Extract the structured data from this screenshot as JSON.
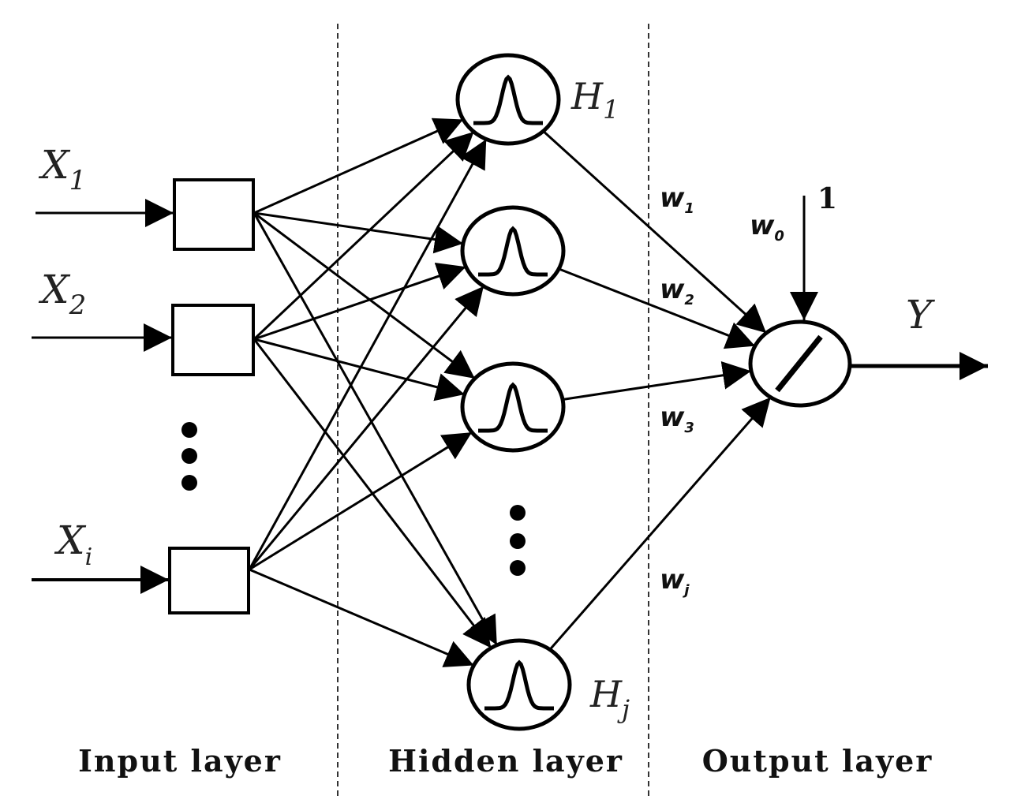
{
  "diagram": {
    "inputs": [
      {
        "label": "X",
        "sub": "1"
      },
      {
        "label": "X",
        "sub": "2"
      },
      {
        "label": "X",
        "sub": "i"
      }
    ],
    "hidden": [
      {
        "label": "H",
        "sub": "1"
      },
      {
        "label": "H",
        "sub": "j"
      }
    ],
    "weights": [
      {
        "label": "w",
        "sub": "1"
      },
      {
        "label": "w",
        "sub": "2"
      },
      {
        "label": "w",
        "sub": "3"
      },
      {
        "label": "w",
        "sub": "j"
      },
      {
        "label": "w",
        "sub": "0"
      }
    ],
    "bias_label": "1",
    "output_label": "Y",
    "layers": {
      "input": "Input layer",
      "hidden": "Hidden layer",
      "output": "Output layer"
    }
  }
}
